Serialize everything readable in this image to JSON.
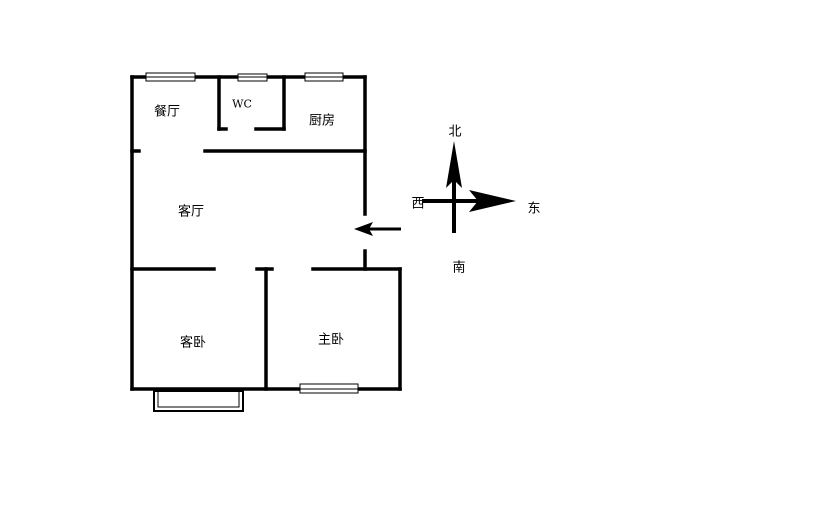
{
  "rooms": {
    "dining": "餐厅",
    "wc": "WC",
    "kitchen": "厨房",
    "living": "客厅",
    "guest_bedroom": "客卧",
    "master_bedroom": "主卧"
  },
  "compass": {
    "north": "北",
    "south": "南",
    "east": "东",
    "west": "西"
  },
  "colors": {
    "wall": "#000000",
    "background": "#ffffff"
  }
}
